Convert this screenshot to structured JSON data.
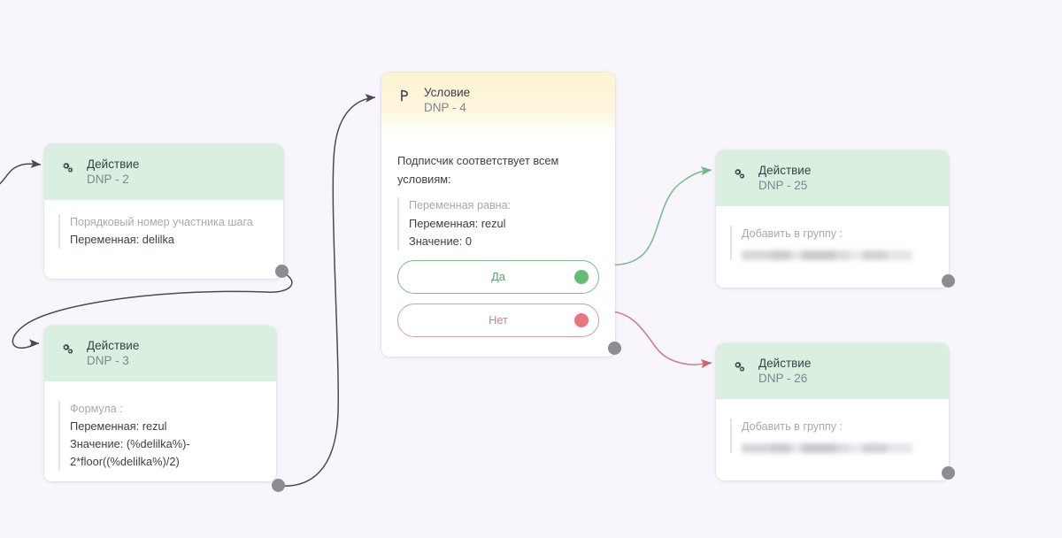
{
  "canvas": {
    "background_color": "#f8f6fc",
    "title": "Automation flow editor canvas"
  },
  "palette": {
    "action_header": "#d9f0e0",
    "condition_header": "#fcf3d2",
    "node_body": "#ffffff",
    "edge_default": "#4a4a55",
    "edge_yes": "#7cbd8a",
    "edge_no": "#cf7f8f",
    "port": "#8c8c93",
    "yes_dot": "#62bd72",
    "no_dot": "#e8747c",
    "muted_text": "#a8a8b0",
    "primary_text": "#3b4047",
    "subtitle_text": "#7c8792"
  },
  "nodes": [
    {
      "id": "dnp-2",
      "kind": "action",
      "icon": "cogs-icon",
      "title": "Действие",
      "subtitle": "DNP - 2",
      "detail_label": "Порядковый номер участника шага",
      "detail_lines": [
        "Переменная: delilka"
      ],
      "redacted": false
    },
    {
      "id": "dnp-3",
      "kind": "action",
      "icon": "cogs-icon",
      "title": "Действие",
      "subtitle": "DNP - 3",
      "detail_label": "Формула :",
      "detail_lines": [
        "Переменная: rezul",
        "Значение: (%delilka%)-",
        "2*floor((%delilka%)/2)"
      ],
      "redacted": false
    },
    {
      "id": "dnp-4",
      "kind": "condition",
      "icon": "branch-icon",
      "title": "Условие",
      "subtitle": "DNP - 4",
      "lead_text": "Подписчик соответствует всем условиям:",
      "detail_label": "Переменная равна:",
      "detail_lines": [
        "Переменная: rezul",
        "Значение: 0"
      ],
      "branches": [
        {
          "id": "yes",
          "label": "Да",
          "dot_color": "#62bd72"
        },
        {
          "id": "no",
          "label": "Нет",
          "dot_color": "#e8747c"
        }
      ]
    },
    {
      "id": "dnp-25",
      "kind": "action",
      "icon": "cogs-icon",
      "title": "Действие",
      "subtitle": "DNP - 25",
      "detail_label": "Добавить в группу :",
      "detail_lines": [],
      "redacted": true
    },
    {
      "id": "dnp-26",
      "kind": "action",
      "icon": "cogs-icon",
      "title": "Действие",
      "subtitle": "DNP - 26",
      "detail_label": "Добавить в группу :",
      "detail_lines": [],
      "redacted": true
    }
  ],
  "edges": [
    {
      "id": "edge-in-dnp2",
      "from": "offscreen-left",
      "to": "dnp-2",
      "color": "#4a4a55",
      "arrow": true
    },
    {
      "id": "edge-in-dnp3",
      "from": "dnp-2-out",
      "to": "dnp-3",
      "color": "#4a4a55",
      "arrow": true
    },
    {
      "id": "edge-dnp3-dnp4",
      "from": "dnp-3-out",
      "to": "dnp-4",
      "color": "#4a4a55",
      "arrow": true
    },
    {
      "id": "edge-yes-dnp25",
      "from": "dnp-4-yes",
      "to": "dnp-25",
      "color": "#7cbd8a",
      "arrow": true
    },
    {
      "id": "edge-no-dnp26",
      "from": "dnp-4-no",
      "to": "dnp-26",
      "color": "#cf7f8f",
      "arrow": true
    }
  ],
  "ports": [
    {
      "id": "port-dnp2-out",
      "node": "dnp-2"
    },
    {
      "id": "port-dnp3-out",
      "node": "dnp-3"
    },
    {
      "id": "port-dnp4-out",
      "node": "dnp-4"
    },
    {
      "id": "port-dnp25-out",
      "node": "dnp-25"
    },
    {
      "id": "port-dnp26-out",
      "node": "dnp-26"
    }
  ]
}
